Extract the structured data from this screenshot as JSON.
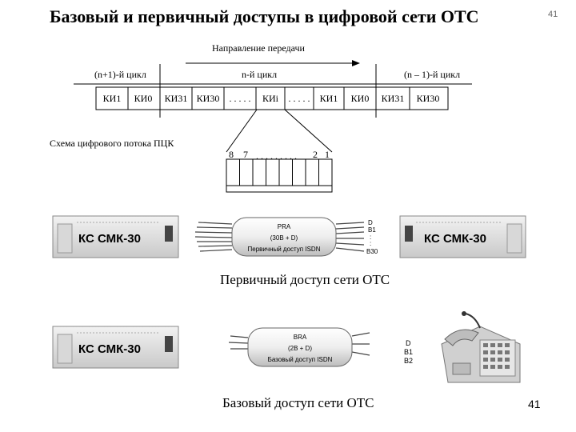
{
  "title": "Базовый и первичный доступы в цифровой сети ОТС",
  "slide_number_top": "41",
  "slide_number_bottom": "41",
  "frame": {
    "direction_label": "Направление передачи",
    "cycles": [
      "(n+1)-й цикл",
      "n-й цикл",
      "(n – 1)-й цикл"
    ],
    "slots": [
      "КИ1",
      "КИ0",
      "КИ31",
      "КИ30",
      ". . . . .",
      "КИi",
      ". . . . .",
      "КИ1",
      "КИ0",
      "КИ31",
      "КИ30"
    ]
  },
  "scheme_label": "Схема цифрового потока ПЦК",
  "bits": [
    "8",
    "7",
    ". . .  . . . . . .",
    "2",
    "1"
  ],
  "device_label": "КС СМК-30",
  "primary": {
    "cable_line1": "PRA",
    "cable_line2": "(30B + D)",
    "cable_line3": "Первичный доступ ISDN",
    "channels": [
      "D",
      "B1",
      ":",
      ":",
      "B30"
    ],
    "caption": "Первичный доступ сети ОТС"
  },
  "basic": {
    "cable_line1": "BRA",
    "cable_line2": "(2B + D)",
    "cable_line3": "Базовый доступ ISDN",
    "channels": [
      "D",
      "B1",
      "B2"
    ],
    "caption": "Базовый доступ сети ОТС"
  }
}
